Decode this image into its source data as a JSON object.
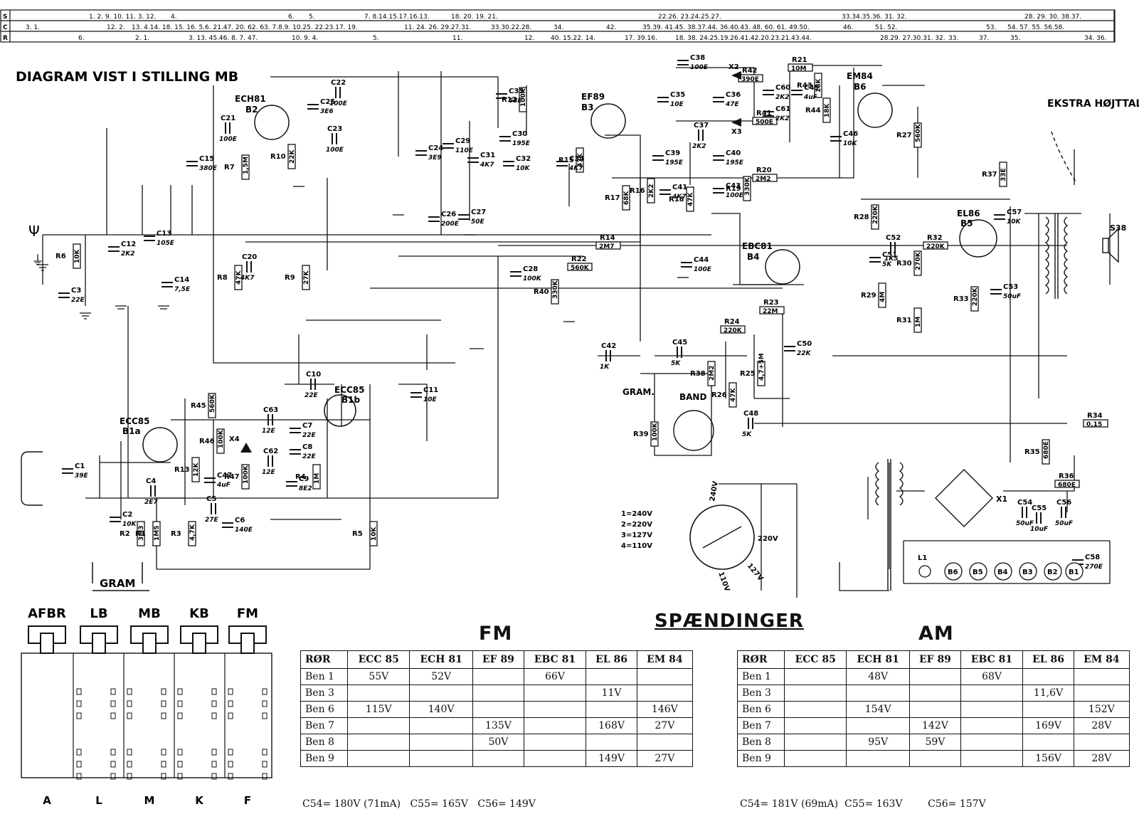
{
  "diagram": {
    "title": "DIAGRAM VIST I STILLING MB",
    "index_rows": [
      {
        "letter": "S",
        "cells": [
          "1. 2. 9. 10. 11. 3. 12.",
          "4.",
          "6.",
          "5.",
          "7. 8.14.15.17.16.13.",
          "18. 20. 19. 21.",
          "22.26. 23.24.25.27.",
          "33.34.35.36. 31. 32.",
          "28. 29. 30. 38.37."
        ]
      },
      {
        "letter": "C",
        "cells": [
          "3. 1.",
          "12. 2.",
          "13. 4.14. 18. 15. 16. 5.6. 21.47. 20. 62. 63. 7.8.9. 10.25. 22.23.17. 19.",
          "11. 24. 26. 29.27.31.",
          "33.30.22.28.",
          "34.",
          "42.",
          "35.39. 41.45. 38.37.44. 36.40.43. 48. 60. 61. 49.50.",
          "46.",
          "51. 52.",
          "53.",
          "54. 57. 55. 56.58."
        ]
      },
      {
        "letter": "R",
        "cells": [
          "6.",
          "2. 1.",
          "3. 13. 45.46. 8. 7. 47.",
          "10. 9. 4.",
          "5.",
          "11.",
          "12.",
          "40. 15.22. 14.",
          "17. 39.16.",
          "18. 38. 24.25.19.26.41.42.20.23.21.43.44.",
          "28.29. 27.30.31. 32.",
          "33.",
          "37.",
          "35.",
          "34. 36."
        ]
      }
    ],
    "tubes": {
      "b2": {
        "type": "ECH81",
        "ref": "B2"
      },
      "b3": {
        "type": "EF89",
        "ref": "B3"
      },
      "b4": {
        "type": "EBC81",
        "ref": "B4"
      },
      "b5": {
        "type": "EL86",
        "ref": "B5"
      },
      "b6": {
        "type": "EM84",
        "ref": "B6"
      },
      "b1a": {
        "type": "ECC85",
        "ref": "B1a"
      },
      "b1b": {
        "type": "ECC85",
        "ref": "B1b"
      }
    },
    "resistors": [
      {
        "ref": "R6",
        "val": "10K"
      },
      {
        "ref": "R7",
        "val": "1,5M"
      },
      {
        "ref": "R10",
        "val": "22K"
      },
      {
        "ref": "R8",
        "val": "47K"
      },
      {
        "ref": "R9",
        "val": "27K"
      },
      {
        "ref": "R12",
        "val": "100K"
      },
      {
        "ref": "R15",
        "val": "47K"
      },
      {
        "ref": "R14",
        "val": "2M7"
      },
      {
        "ref": "R22",
        "val": "560K"
      },
      {
        "ref": "R40",
        "val": "330K"
      },
      {
        "ref": "R17",
        "val": "68K"
      },
      {
        "ref": "R16",
        "val": "2K2"
      },
      {
        "ref": "R18",
        "val": "47K"
      },
      {
        "ref": "R19",
        "val": "330K"
      },
      {
        "ref": "R20",
        "val": "2M2"
      },
      {
        "ref": "R21",
        "val": "10M"
      },
      {
        "ref": "R42",
        "val": "390E"
      },
      {
        "ref": "R41",
        "val": "500E"
      },
      {
        "ref": "R43",
        "val": "18K"
      },
      {
        "ref": "R44",
        "val": "18K"
      },
      {
        "ref": "R27",
        "val": "560K"
      },
      {
        "ref": "R37",
        "val": "33E"
      },
      {
        "ref": "R28",
        "val": "220K"
      },
      {
        "ref": "R32",
        "val": "220K"
      },
      {
        "ref": "R30",
        "val": "270K"
      },
      {
        "ref": "R31",
        "val": "1M"
      },
      {
        "ref": "R33",
        "val": "220K"
      },
      {
        "ref": "R29",
        "val": "4M"
      },
      {
        "ref": "R23",
        "val": "22M"
      },
      {
        "ref": "R24",
        "val": "220K"
      },
      {
        "ref": "R38",
        "val": "2M2"
      },
      {
        "ref": "R25",
        "val": "4,7+5M"
      },
      {
        "ref": "R26",
        "val": "47K"
      },
      {
        "ref": "R39",
        "val": "100K"
      },
      {
        "ref": "R34",
        "val": "0,15"
      },
      {
        "ref": "R35",
        "val": "680E"
      },
      {
        "ref": "R36",
        "val": "680E"
      },
      {
        "ref": "R45",
        "val": "560K"
      },
      {
        "ref": "R13",
        "val": "12K"
      },
      {
        "ref": "R46",
        "val": "100K"
      },
      {
        "ref": "R47",
        "val": "100K"
      },
      {
        "ref": "R4",
        "val": "1M"
      },
      {
        "ref": "R3",
        "val": "4,7K"
      },
      {
        "ref": "R2",
        "val": "3M3"
      },
      {
        "ref": "R1",
        "val": "1M5"
      },
      {
        "ref": "R5",
        "val": "10K"
      }
    ],
    "capacitors": [
      {
        "ref": "C21",
        "val": "100E"
      },
      {
        "ref": "C15",
        "val": "380E"
      },
      {
        "ref": "C12",
        "val": "2K2"
      },
      {
        "ref": "C13",
        "val": "105E"
      },
      {
        "ref": "C14",
        "val": "7,5E"
      },
      {
        "ref": "C3",
        "val": "22E"
      },
      {
        "ref": "C25",
        "val": "3E6"
      },
      {
        "ref": "C22",
        "val": "100E"
      },
      {
        "ref": "C23",
        "val": "100E"
      },
      {
        "ref": "C24",
        "val": "3E9"
      },
      {
        "ref": "C29",
        "val": "110E"
      },
      {
        "ref": "C26",
        "val": "200E"
      },
      {
        "ref": "C27",
        "val": "50E"
      },
      {
        "ref": "C31",
        "val": "4K7"
      },
      {
        "ref": "C20",
        "val": "4K7"
      },
      {
        "ref": "C33",
        "val": "68E"
      },
      {
        "ref": "C30",
        "val": "195E"
      },
      {
        "ref": "C32",
        "val": "10K"
      },
      {
        "ref": "C34",
        "val": "4K7"
      },
      {
        "ref": "C28",
        "val": "100K"
      },
      {
        "ref": "C38",
        "val": "100E"
      },
      {
        "ref": "C35",
        "val": "10E"
      },
      {
        "ref": "C36",
        "val": "47E"
      },
      {
        "ref": "C37",
        "val": "2K2"
      },
      {
        "ref": "C39",
        "val": "195E"
      },
      {
        "ref": "C40",
        "val": "195E"
      },
      {
        "ref": "C41",
        "val": "4K7"
      },
      {
        "ref": "C43",
        "val": "100E"
      },
      {
        "ref": "C44",
        "val": "100E"
      },
      {
        "ref": "C60",
        "val": "2K2"
      },
      {
        "ref": "C61",
        "val": "2K2"
      },
      {
        "ref": "C49",
        "val": "4uF"
      },
      {
        "ref": "C46",
        "val": "10K"
      },
      {
        "ref": "C57",
        "val": "10K"
      },
      {
        "ref": "C52",
        "val": "1K5"
      },
      {
        "ref": "C51",
        "val": "5K"
      },
      {
        "ref": "C53",
        "val": "50uF"
      },
      {
        "ref": "C42",
        "val": "1K"
      },
      {
        "ref": "C45",
        "val": "5K"
      },
      {
        "ref": "C50",
        "val": "22K"
      },
      {
        "ref": "C48",
        "val": "5K"
      },
      {
        "ref": "C10",
        "val": "22E"
      },
      {
        "ref": "C11",
        "val": "10E"
      },
      {
        "ref": "C63",
        "val": "12E"
      },
      {
        "ref": "C7",
        "val": "22E"
      },
      {
        "ref": "C8",
        "val": "22E"
      },
      {
        "ref": "C62",
        "val": "12E"
      },
      {
        "ref": "C9",
        "val": "8E2"
      },
      {
        "ref": "C4",
        "val": "2E7"
      },
      {
        "ref": "C47",
        "val": "4uF"
      },
      {
        "ref": "C5",
        "val": "27E"
      },
      {
        "ref": "C6",
        "val": "140E"
      },
      {
        "ref": "C1",
        "val": "39E"
      },
      {
        "ref": "C2",
        "val": "10K"
      },
      {
        "ref": "C54",
        "val": "50uF"
      },
      {
        "ref": "C55",
        "val": "10uF"
      },
      {
        "ref": "C56",
        "val": "50uF"
      },
      {
        "ref": "C58",
        "val": "270E"
      }
    ],
    "labels": {
      "speaker": "EKSTRA HØJTTALER",
      "gram_in": "GRAM",
      "gram": "GRAM.",
      "band": "BAND",
      "s38": "S38",
      "x1": "X1",
      "x2": "X2",
      "x3": "X3",
      "x4": "X4",
      "l1": "L1",
      "mains_list": [
        "1=240V",
        "2=220V",
        "3=127V",
        "4=110V"
      ],
      "selector_volts": [
        "240V",
        "220V",
        "127V",
        "110V"
      ],
      "pilot_lamps": [
        "B6",
        "B5",
        "B4",
        "B3",
        "B2",
        "B1"
      ]
    },
    "switchbank": {
      "buttons": [
        "AFBR",
        "LB",
        "MB",
        "KB",
        "FM"
      ],
      "letters": [
        "A",
        "L",
        "M",
        "K",
        "F"
      ]
    }
  },
  "spaendinger": {
    "heading": "SPÆNDINGER",
    "fm": {
      "title": "FM",
      "headers": [
        "RØR",
        "ECC 85",
        "ECH 81",
        "EF 89",
        "EBC 81",
        "EL 86",
        "EM 84"
      ],
      "rows": [
        [
          "Ben 1",
          "55V",
          "52V",
          "",
          "66V",
          "",
          ""
        ],
        [
          "Ben 3",
          "",
          "",
          "",
          "",
          "11V",
          ""
        ],
        [
          "Ben 6",
          "115V",
          "140V",
          "",
          "",
          "",
          "146V"
        ],
        [
          "Ben 7",
          "",
          "",
          "135V",
          "",
          "168V",
          "27V"
        ],
        [
          "Ben 8",
          "",
          "",
          "50V",
          "",
          "",
          ""
        ],
        [
          "Ben 9",
          "",
          "",
          "",
          "",
          "149V",
          "27V"
        ]
      ],
      "footer": "C54= 180V (71mA)   C55= 165V   C56= 149V"
    },
    "am": {
      "title": "AM",
      "headers": [
        "RØR",
        "ECC 85",
        "ECH 81",
        "EF 89",
        "EBC 81",
        "EL 86",
        "EM 84"
      ],
      "rows": [
        [
          "Ben 1",
          "",
          "48V",
          "",
          "68V",
          "",
          ""
        ],
        [
          "Ben 3",
          "",
          "",
          "",
          "",
          "11,6V",
          ""
        ],
        [
          "Ben 6",
          "",
          "154V",
          "",
          "",
          "",
          "152V"
        ],
        [
          "Ben 7",
          "",
          "",
          "142V",
          "",
          "169V",
          "28V"
        ],
        [
          "Ben 8",
          "",
          "95V",
          "59V",
          "",
          "",
          ""
        ],
        [
          "Ben 9",
          "",
          "",
          "",
          "",
          "156V",
          "28V"
        ]
      ],
      "footer": "C54= 181V (69mA)  C55= 163V        C56= 157V"
    }
  }
}
